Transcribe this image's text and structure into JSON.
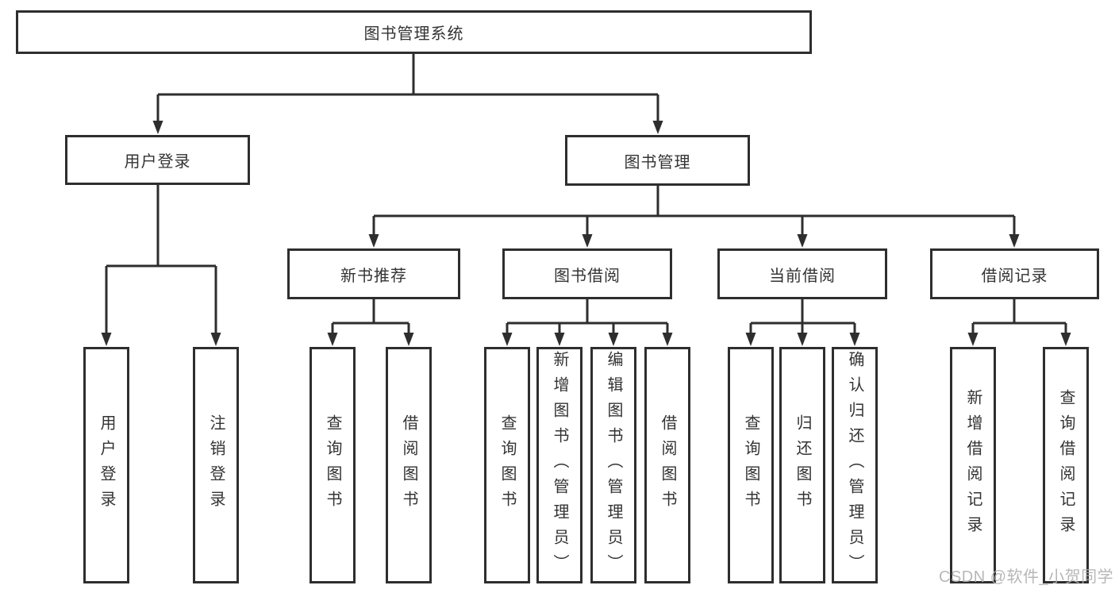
{
  "tree": {
    "root": "图书管理系统",
    "branches": [
      {
        "label": "用户登录",
        "children": [
          "用户登录",
          "注销登录"
        ]
      },
      {
        "label": "图书管理",
        "groups": [
          {
            "label": "新书推荐",
            "children": [
              "查询图书",
              "借阅图书"
            ]
          },
          {
            "label": "图书借阅",
            "children": [
              "查询图书",
              "新增图书（管理员）",
              "编辑图书（管理员）",
              "借阅图书"
            ]
          },
          {
            "label": "当前借阅",
            "children": [
              "查询图书",
              "归还图书",
              "确认归还（管理员）"
            ]
          },
          {
            "label": "借阅记录",
            "children": [
              "新增借阅记录",
              "查询借阅记录"
            ]
          }
        ]
      }
    ]
  },
  "watermark": "CSDN @软件_小贺同学",
  "colors": {
    "line": "#2e2e2e",
    "text": "#333333",
    "background": "#ffffff",
    "watermark": "#b0b0b0"
  }
}
